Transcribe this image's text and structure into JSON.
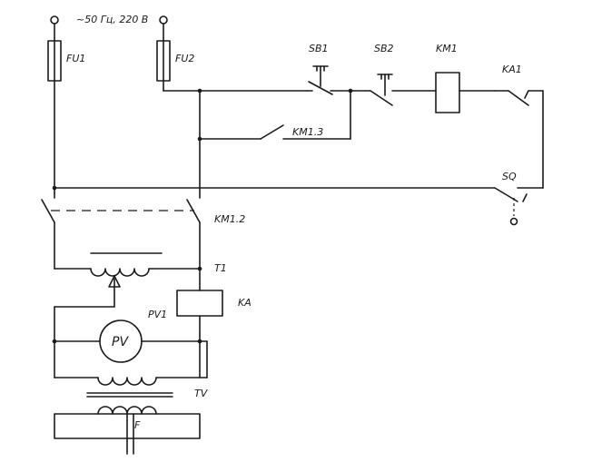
{
  "supply_label": "~50 Гц, 220 В",
  "labels": {
    "fu1": "FU1",
    "fu2": "FU2",
    "sb1": "SB1",
    "sb2": "SB2",
    "km1": "KM1",
    "ka1": "KA1",
    "km13": "KM1.3",
    "sq": "SQ",
    "km12": "KM1.2",
    "t1": "T1",
    "ka": "KA",
    "pv1": "PV1",
    "pv_meter": "PV",
    "tv": "TV",
    "f": "F"
  }
}
